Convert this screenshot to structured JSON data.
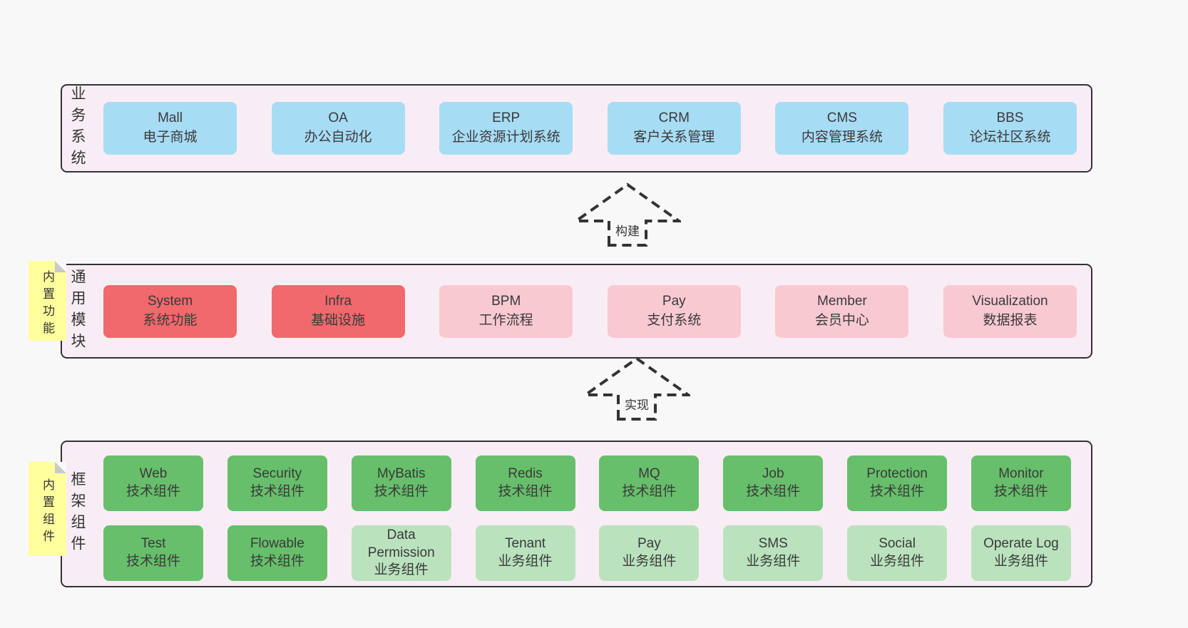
{
  "colors": {
    "page_bg": "#f8f8f8",
    "band_bg": "#f9edf5",
    "band_border": "#333333",
    "box_blue": "#a7dcf5",
    "box_red": "#f0696c",
    "box_pink": "#f9c9d1",
    "box_green": "#67bf6b",
    "box_light_green": "#bae3bd",
    "sticky_yellow": "#ffff9d",
    "text": "#333333"
  },
  "bands": {
    "business": {
      "label": "业务系统",
      "boxes": [
        {
          "name": "Mall",
          "desc": "电子商城"
        },
        {
          "name": "OA",
          "desc": "办公自动化"
        },
        {
          "name": "ERP",
          "desc": "企业资源计划系统"
        },
        {
          "name": "CRM",
          "desc": "客户关系管理"
        },
        {
          "name": "CMS",
          "desc": "内容管理系统"
        },
        {
          "name": "BBS",
          "desc": "论坛社区系统"
        }
      ]
    },
    "modules": {
      "label": "通用模块",
      "sticky": "内置功能",
      "boxes": [
        {
          "name": "System",
          "desc": "系统功能"
        },
        {
          "name": "Infra",
          "desc": "基础设施"
        },
        {
          "name": "BPM",
          "desc": "工作流程"
        },
        {
          "name": "Pay",
          "desc": "支付系统"
        },
        {
          "name": "Member",
          "desc": "会员中心"
        },
        {
          "name": "Visualization",
          "desc": "数据报表"
        }
      ]
    },
    "components": {
      "label": "框架组件",
      "sticky": "内置组件",
      "row1": [
        {
          "name": "Web",
          "desc": "技术组件"
        },
        {
          "name": "Security",
          "desc": "技术组件"
        },
        {
          "name": "MyBatis",
          "desc": "技术组件"
        },
        {
          "name": "Redis",
          "desc": "技术组件"
        },
        {
          "name": "MQ",
          "desc": "技术组件"
        },
        {
          "name": "Job",
          "desc": "技术组件"
        },
        {
          "name": "Protection",
          "desc": "技术组件"
        },
        {
          "name": "Monitor",
          "desc": "技术组件"
        }
      ],
      "row2": [
        {
          "name": "Test",
          "desc": "技术组件"
        },
        {
          "name": "Flowable",
          "desc": "技术组件"
        },
        {
          "name": "Data Permission",
          "desc": "业务组件"
        },
        {
          "name": "Tenant",
          "desc": "业务组件"
        },
        {
          "name": "Pay",
          "desc": "业务组件"
        },
        {
          "name": "SMS",
          "desc": "业务组件"
        },
        {
          "name": "Social",
          "desc": "业务组件"
        },
        {
          "name": "Operate Log",
          "desc": "业务组件"
        }
      ]
    }
  },
  "arrows": {
    "build": "构建",
    "implement": "实现"
  }
}
